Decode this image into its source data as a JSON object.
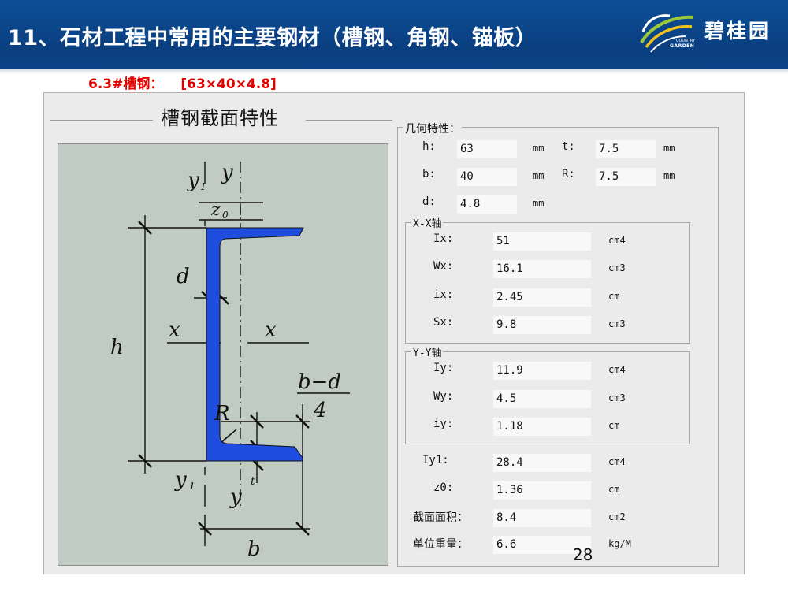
{
  "slide": {
    "title": "11、石材工程中常用的主要钢材（槽钢、角钢、锚板）",
    "logo_text": "碧桂园",
    "logo_country": "COUNTRY",
    "logo_garden": "GARDEN",
    "subtitle_name": "6.3#槽钢：",
    "subtitle_spec": "[63×40×4.8]",
    "page_number": "28"
  },
  "panel": {
    "section_title": "槽钢截面特性",
    "drawing_labels": {
      "y1_top": "y",
      "y1_top_sub": "1",
      "y_top": "y",
      "z0": "z",
      "z0_sub": "0",
      "d": "d",
      "h": "h",
      "x_left": "x",
      "x_right": "x",
      "b_minus_d": "b−d",
      "four": "4",
      "R": "R",
      "y1_bottom": "y",
      "y1_bottom_sub": "1",
      "y_bottom": "y",
      "t": "t",
      "b": "b"
    },
    "geometry_group": {
      "title": "几何特性：",
      "rows": [
        {
          "label": "h:",
          "value": "63",
          "unit": "mm"
        },
        {
          "label": "t:",
          "value": "7.5",
          "unit": "mm"
        },
        {
          "label": "b:",
          "value": "40",
          "unit": "mm"
        },
        {
          "label": "R:",
          "value": "7.5",
          "unit": "mm"
        },
        {
          "label": "d:",
          "value": "4.8",
          "unit": "mm"
        }
      ]
    },
    "xx_group": {
      "title": "X-X轴",
      "rows": [
        {
          "label": "Ix:",
          "value": "51",
          "unit": "cm4"
        },
        {
          "label": "Wx:",
          "value": "16.1",
          "unit": "cm3"
        },
        {
          "label": "ix:",
          "value": "2.45",
          "unit": "cm"
        },
        {
          "label": "Sx:",
          "value": "9.8",
          "unit": "cm3"
        }
      ]
    },
    "yy_group": {
      "title": "Y-Y轴",
      "rows": [
        {
          "label": "Iy:",
          "value": "11.9",
          "unit": "cm4"
        },
        {
          "label": "Wy:",
          "value": "4.5",
          "unit": "cm3"
        },
        {
          "label": "iy:",
          "value": "1.18",
          "unit": "cm"
        }
      ]
    },
    "other_rows": [
      {
        "label": "Iy1:",
        "value": "28.4",
        "unit": "cm4"
      },
      {
        "label": "z0:",
        "value": "1.36",
        "unit": "cm"
      },
      {
        "label": "截面面积：",
        "value": "8.4",
        "unit": "cm2"
      },
      {
        "label": "单位重量：",
        "value": "6.6",
        "unit": "kg/M"
      }
    ]
  },
  "colors": {
    "header_bg": "#0d4f97",
    "subtitle_red": "#e00000",
    "channel_blue": "#1f4de0",
    "drawing_bg": "#bfcbc3"
  }
}
